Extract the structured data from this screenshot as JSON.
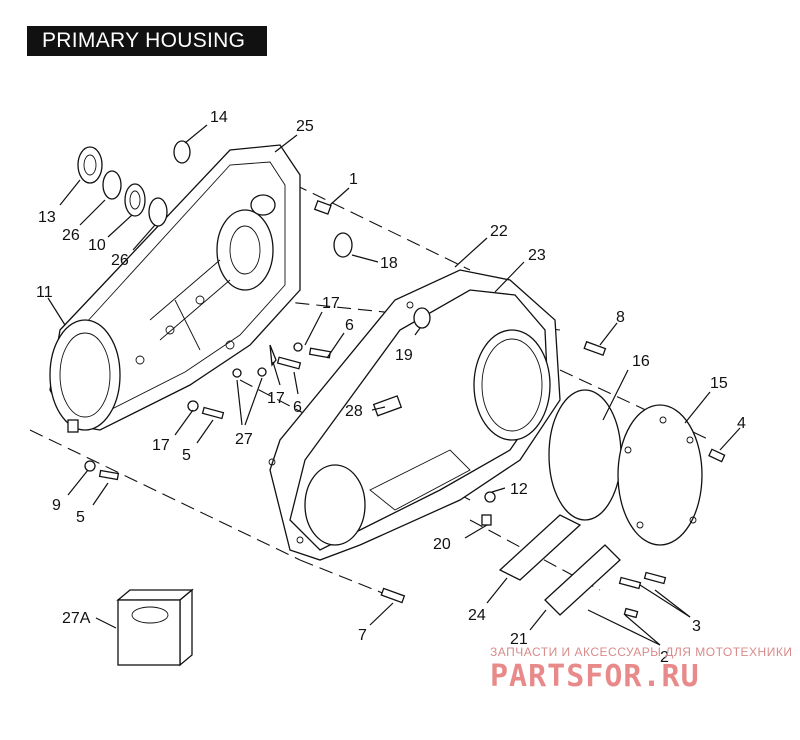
{
  "title": "PRIMARY HOUSING",
  "callouts": [
    {
      "id": "c14",
      "label": "14"
    },
    {
      "id": "c25",
      "label": "25"
    },
    {
      "id": "c1",
      "label": "1"
    },
    {
      "id": "c13",
      "label": "13"
    },
    {
      "id": "c26a",
      "label": "26"
    },
    {
      "id": "c10",
      "label": "10"
    },
    {
      "id": "c26b",
      "label": "26"
    },
    {
      "id": "c18",
      "label": "18"
    },
    {
      "id": "c22",
      "label": "22"
    },
    {
      "id": "c23",
      "label": "23"
    },
    {
      "id": "c11",
      "label": "11"
    },
    {
      "id": "c17a",
      "label": "17"
    },
    {
      "id": "c6a",
      "label": "6"
    },
    {
      "id": "c8",
      "label": "8"
    },
    {
      "id": "c19",
      "label": "19"
    },
    {
      "id": "c16",
      "label": "16"
    },
    {
      "id": "c17b",
      "label": "17"
    },
    {
      "id": "c6b",
      "label": "6"
    },
    {
      "id": "c15",
      "label": "15"
    },
    {
      "id": "c28",
      "label": "28"
    },
    {
      "id": "c27",
      "label": "27"
    },
    {
      "id": "c17c",
      "label": "17"
    },
    {
      "id": "c4",
      "label": "4"
    },
    {
      "id": "c5a",
      "label": "5"
    },
    {
      "id": "c9",
      "label": "9"
    },
    {
      "id": "c12",
      "label": "12"
    },
    {
      "id": "c5b",
      "label": "5"
    },
    {
      "id": "c20",
      "label": "20"
    },
    {
      "id": "c27A",
      "label": "27A"
    },
    {
      "id": "c24",
      "label": "24"
    },
    {
      "id": "c3",
      "label": "3"
    },
    {
      "id": "c7",
      "label": "7"
    },
    {
      "id": "c21",
      "label": "21"
    },
    {
      "id": "c2",
      "label": "2"
    }
  ],
  "watermark": {
    "tagline": "ЗАПЧАСТИ И АКСЕССУАРЫ ДЛЯ МОТОТЕХНИКИ",
    "brand": "PARTSFOR.RU"
  },
  "colors": {
    "ink": "#111111",
    "background": "#ffffff",
    "watermark": "#e88a8a"
  }
}
